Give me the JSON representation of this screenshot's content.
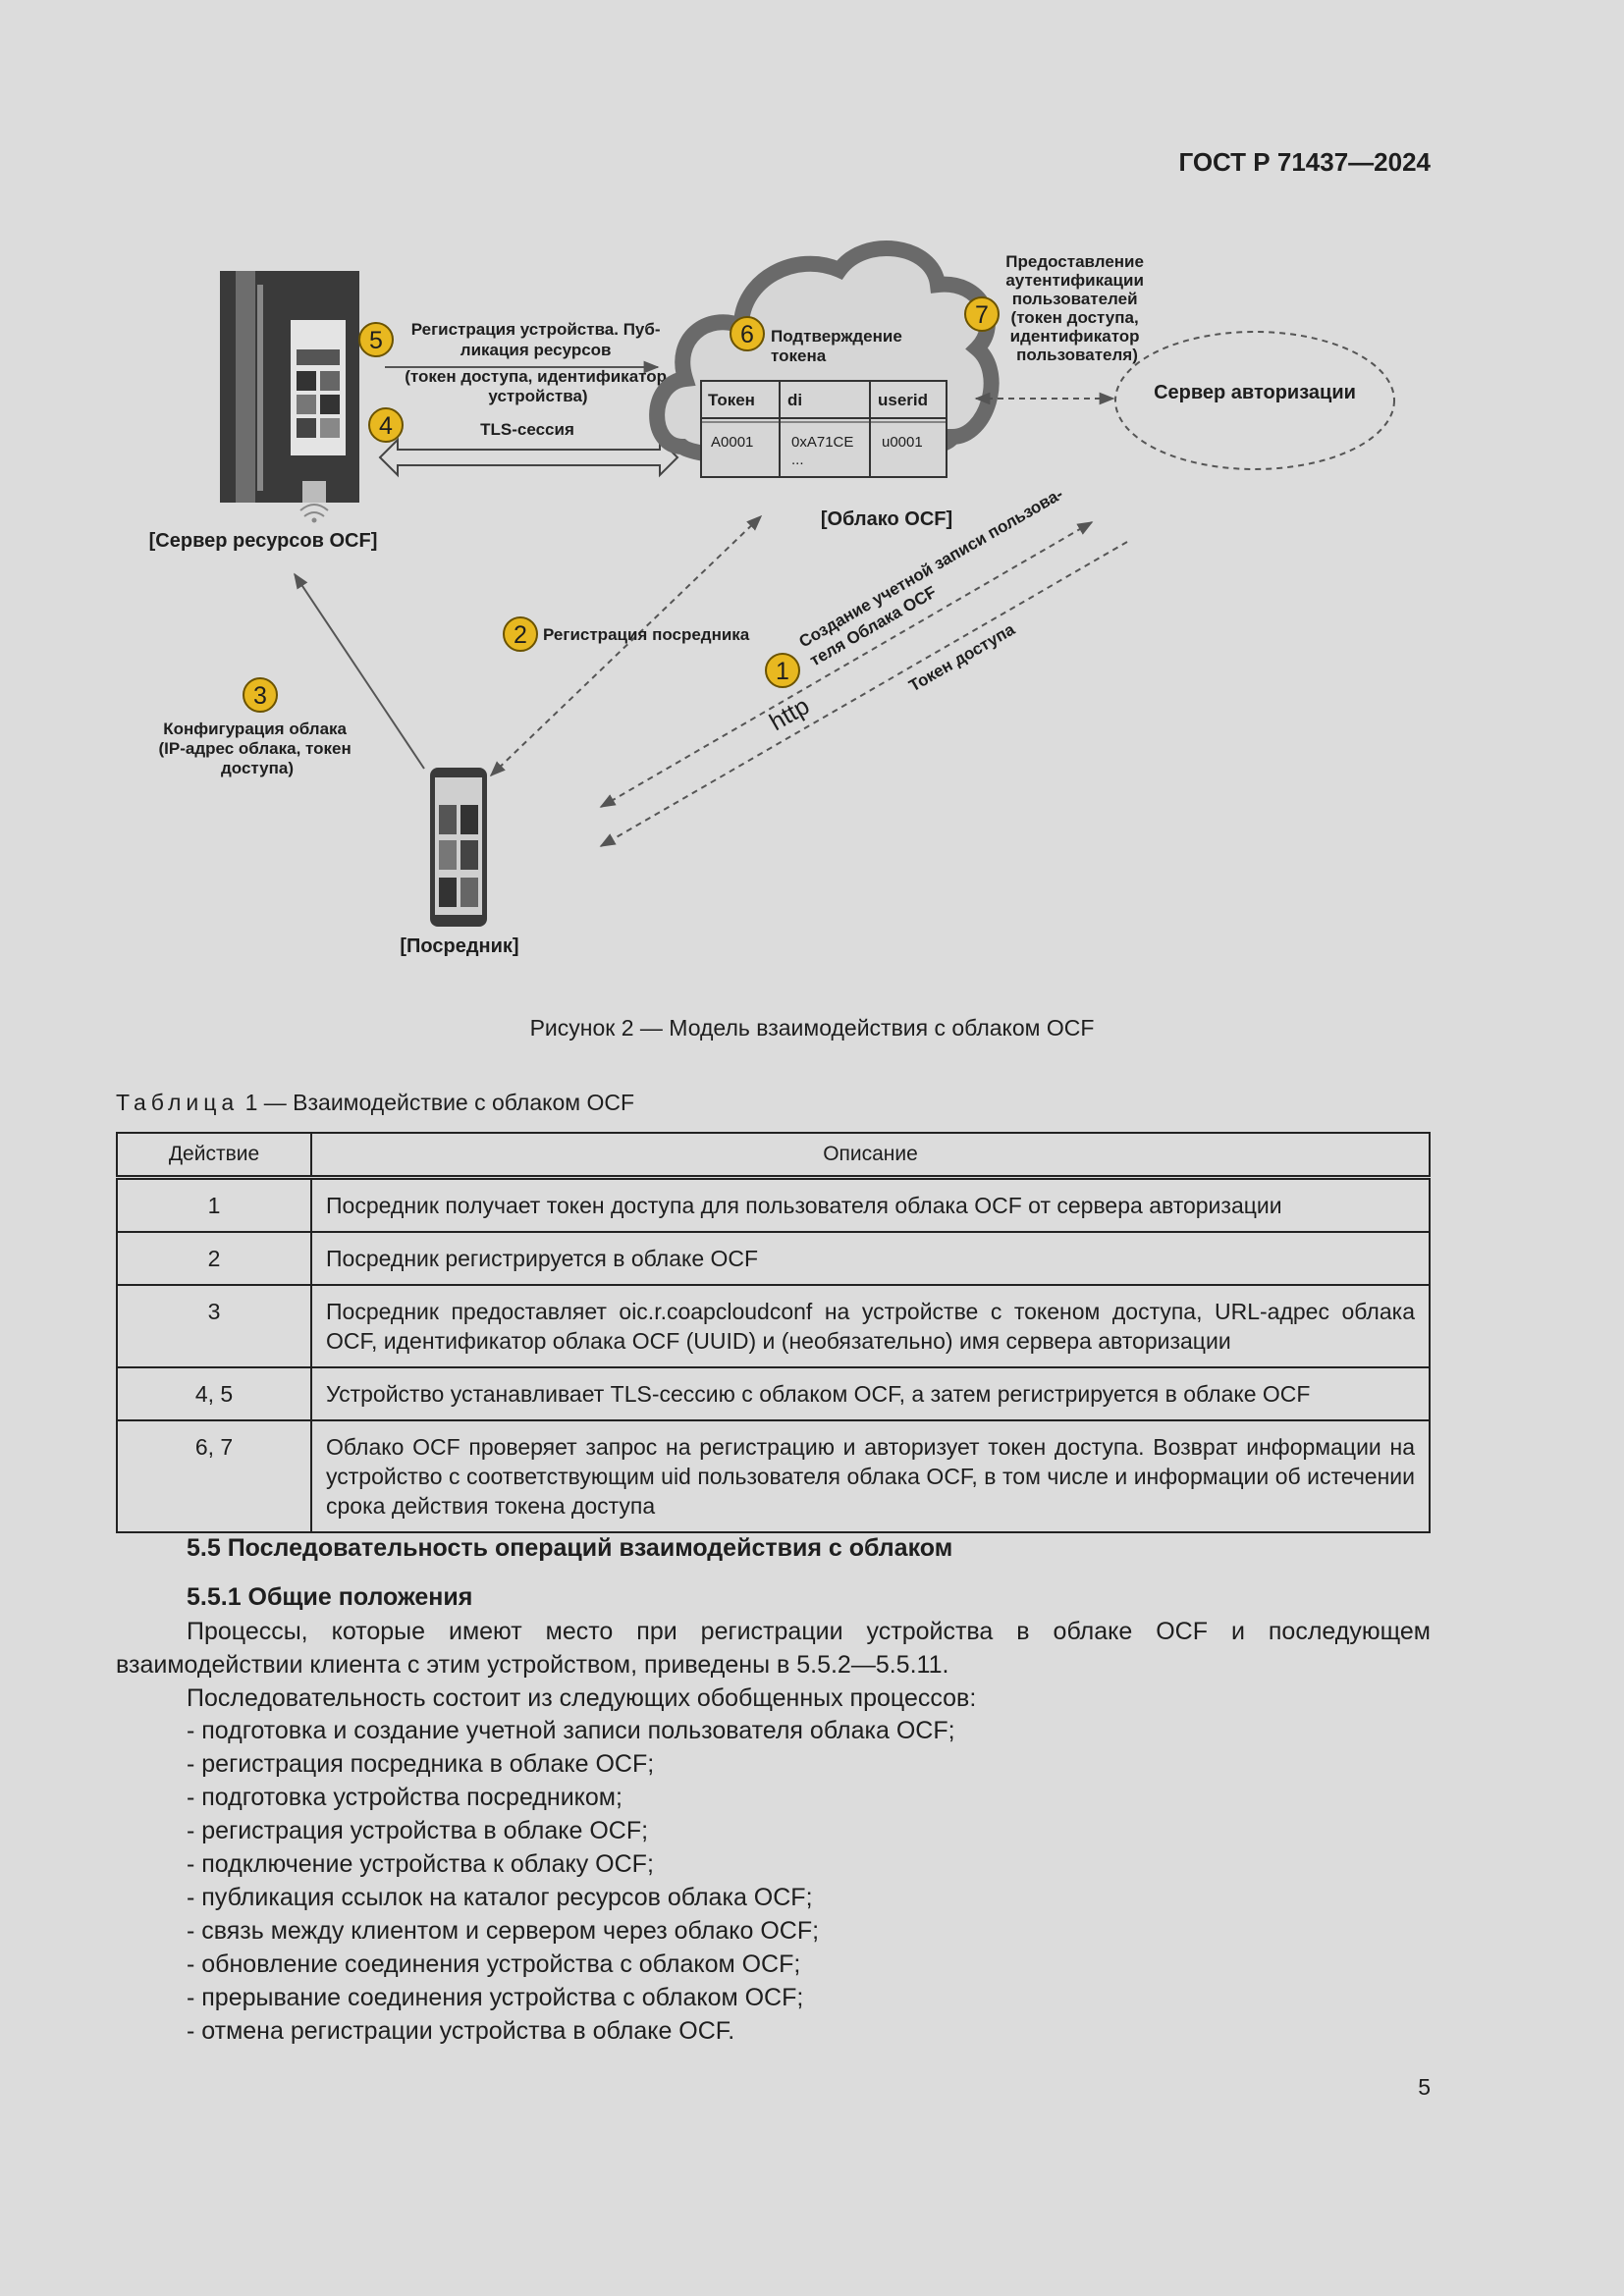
{
  "header": {
    "doc_code": "ГОСТ Р 71437—2024"
  },
  "diagram": {
    "node_resource_server": "[Сервер ресурсов OCF]",
    "node_cloud": "[Облако OCF]",
    "node_mediator": "[Посредник]",
    "node_auth_server": "Сервер авторизации",
    "cloud_table": {
      "headers": [
        "Токен",
        "di",
        "userid"
      ],
      "row": [
        "A0001",
        "0xA71CE",
        "u0001"
      ],
      "ellipsis": "..."
    },
    "steps": [
      {
        "num": "1",
        "lines": [
          "Создание  учетной  записи  пользова-",
          "теля Облака OCF"
        ]
      },
      {
        "num": "2",
        "lines": [
          "Регистрация посредника"
        ]
      },
      {
        "num": "3",
        "lines": [
          "Конфигурация облака",
          "(IP-адрес облака, токен",
          "доступа)"
        ]
      },
      {
        "num": "4",
        "lines": [
          "TLS-сессия"
        ]
      },
      {
        "num": "5",
        "lines": [
          "Регистрация устройства. Пуб-",
          "ликация ресурсов",
          "(токен доступа, идентификатор",
          "устройства)"
        ]
      },
      {
        "num": "6",
        "lines": [
          "Подтверждение",
          "токена"
        ]
      },
      {
        "num": "7",
        "lines": [
          "Предоставление",
          "аутентификации",
          "пользователей",
          "(токен доступа,",
          "идентификатор",
          "пользователя)"
        ]
      }
    ],
    "label_http": "http",
    "label_access_token": "Токен доступа"
  },
  "figure_caption": "Рисунок 2 — Модель взаимодействия с облаком OCF",
  "table": {
    "title_prefix": "Таблица",
    "title_rest": " 1 — Взаимодействие с облаком OCF",
    "col_action": "Действие",
    "col_description": "Описание",
    "rows": [
      {
        "action": "1",
        "description": "Посредник получает токен доступа для пользователя облака OCF от сервера авторизации"
      },
      {
        "action": "2",
        "description": "Посредник регистрируется в облаке OCF"
      },
      {
        "action": "3",
        "description": "Посредник предоставляет oic.r.coapcloudconf на устройстве с токеном доступа, URL-адрес облака OCF, идентификатор облака OCF (UUID) и (необязательно) имя сервера авторизации"
      },
      {
        "action": "4, 5",
        "description": "Устройство устанавливает TLS-сессию с облаком OCF, а затем регистрируется в облаке OCF"
      },
      {
        "action": "6, 7",
        "description": "Облако OCF проверяет запрос на регистрацию и авторизует токен доступа. Возврат информации на устройство с соответствующим uid пользователя облака OCF, в том числе и информации об истечении срока действия токена доступа"
      }
    ]
  },
  "section_5_5": {
    "title": "5.5 Последовательность операций взаимодействия с облаком"
  },
  "section_5_5_1": {
    "title": "5.5.1 Общие положения",
    "paragraph1": "Процессы, которые имеют место при регистрации устройства в облаке OCF и последующем взаимодействии клиента с этим устройством, приведены в 5.5.2—5.5.11.",
    "paragraph2": "Последовательность состоит из следующих обобщенных процессов:",
    "items": [
      "- подготовка и создание учетной записи пользователя облака OCF;",
      "- регистрация посредника в облаке OCF;",
      "- подготовка устройства посредником;",
      "- регистрация устройства в облаке OCF;",
      "- подключение устройства к облаку OCF;",
      "- публикация ссылок на каталог ресурсов облака OCF;",
      "- связь между клиентом и сервером через облако OCF;",
      "- обновление соединения устройства с облаком OCF;",
      "- прерывание соединения устройства с облаком OCF;",
      "- отмена регистрации устройства в облаке OCF."
    ]
  },
  "page_number": "5"
}
